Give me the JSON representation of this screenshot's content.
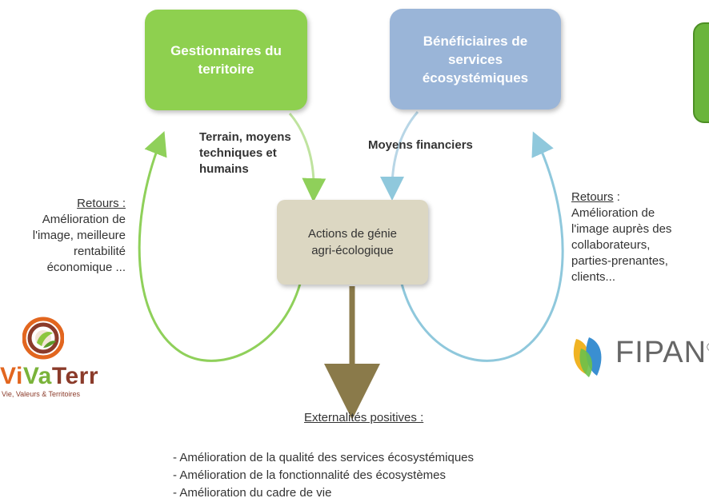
{
  "boxes": {
    "gestionnaires": [
      "Gestionnaires du",
      "territoire"
    ],
    "beneficiaires": [
      "Bénéficiaires de",
      "services",
      "écosystémiques"
    ],
    "actions": [
      "Actions de génie",
      "agri-écologique"
    ]
  },
  "flows": {
    "gestionnaires_label": [
      "Terrain, moyens",
      "techniques et",
      "humains"
    ],
    "beneficiaires_label": [
      "Moyens financiers"
    ]
  },
  "retours_left": {
    "title": "Retours :",
    "lines": [
      "Amélioration de",
      "l'image, meilleure",
      "rentabilité",
      "économique ..."
    ]
  },
  "retours_right": {
    "title": "Retours",
    "title_suffix": " :",
    "lines": [
      "Amélioration de",
      "l'image auprès des",
      "collaborateurs,",
      "parties-prenantes,",
      "clients..."
    ]
  },
  "externalites": {
    "title": "Externalités positives :",
    "items": [
      "- Amélioration de la qualité des services écosystémiques",
      "- Amélioration de la fonctionnalité des écosystèmes",
      "- Amélioration du cadre de vie"
    ]
  },
  "logos": {
    "vivaterr": {
      "vi": "Vi",
      "va": "Va",
      "terr": "Terr",
      "tagline": "Vie, Valeurs & Territoires"
    },
    "fipan": {
      "name": "FIPAN",
      "mark": "©"
    }
  },
  "colors": {
    "green_box": "#8ed04f",
    "blue_box": "#9ab5d8",
    "center_box": "#dcd7c2",
    "green_arrow": "#8fd05a",
    "blue_arrow": "#8fc8dc",
    "brown_arrow": "#8a7a4a"
  }
}
